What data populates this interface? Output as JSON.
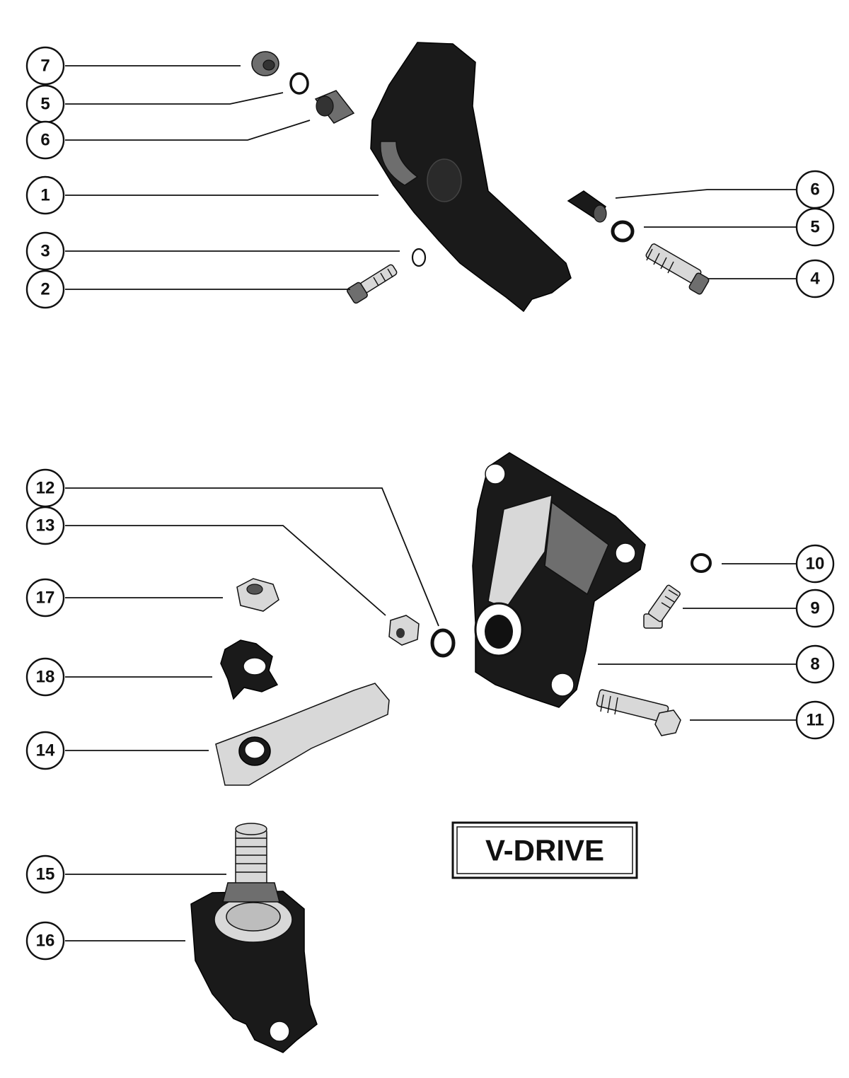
{
  "badge": {
    "label": "V-DRIVE"
  },
  "callouts": [
    {
      "id": "c7a",
      "label": "7"
    },
    {
      "id": "c5a",
      "label": "5"
    },
    {
      "id": "c6a",
      "label": "6"
    },
    {
      "id": "c1",
      "label": "1"
    },
    {
      "id": "c3",
      "label": "3"
    },
    {
      "id": "c2",
      "label": "2"
    },
    {
      "id": "c6b",
      "label": "6"
    },
    {
      "id": "c5b",
      "label": "5"
    },
    {
      "id": "c4",
      "label": "4"
    },
    {
      "id": "c12",
      "label": "12"
    },
    {
      "id": "c13",
      "label": "13"
    },
    {
      "id": "c17",
      "label": "17"
    },
    {
      "id": "c18",
      "label": "18"
    },
    {
      "id": "c14",
      "label": "14"
    },
    {
      "id": "c10",
      "label": "10"
    },
    {
      "id": "c9",
      "label": "9"
    },
    {
      "id": "c8",
      "label": "8"
    },
    {
      "id": "c11",
      "label": "11"
    },
    {
      "id": "c15",
      "label": "15"
    },
    {
      "id": "c16",
      "label": "16"
    }
  ]
}
